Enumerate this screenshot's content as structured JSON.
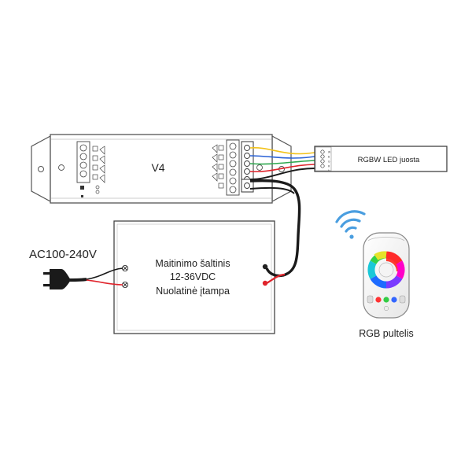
{
  "controller": {
    "model": "V4"
  },
  "led_strip": {
    "label": "RGBW LED juosta",
    "pins": [
      "W",
      "B",
      "G",
      "R",
      "+"
    ]
  },
  "power_supply": {
    "line1": "Maitinimo šaltinis",
    "line2": "12-36VDC",
    "line3": "Nuolatinė įtampa"
  },
  "mains": {
    "label": "AC100-240V"
  },
  "remote": {
    "label": "RGB pultelis"
  },
  "colors": {
    "wire_black": "#1a1a1a",
    "wire_red": "#e0242c",
    "wire_green": "#2fa84f",
    "wire_blue": "#2a62d6",
    "wire_yellow": "#f2c21a",
    "wifi_blue": "#4a9ee0"
  }
}
